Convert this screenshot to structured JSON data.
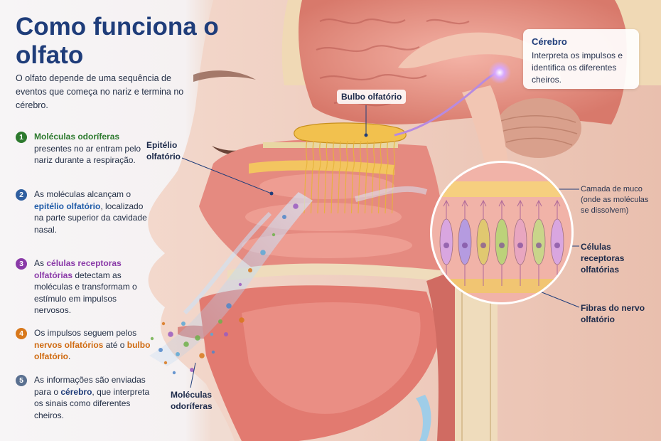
{
  "title": "Como funciona o olfato",
  "intro": "O olfato depende de uma sequência de eventos que começa no nariz e termina no cérebro.",
  "colors": {
    "title": "#1f3d7a",
    "step1": "#2d7a2e",
    "step2": "#2f5fa0",
    "step3": "#8a3aa8",
    "step4": "#d8781c",
    "step5": "#5a7090"
  },
  "steps": [
    {
      "num": "1",
      "highlight": "Moléculas odoríferas",
      "text": "presentes no ar entram pelo nariz durante a respiração."
    },
    {
      "num": "2",
      "pre": "As moléculas alcançam o",
      "highlight": "epitélio olfatório",
      "post": ", localizado na parte superior da cavidade nasal."
    },
    {
      "num": "3",
      "pre": "As",
      "highlight": "células receptoras olfatórias",
      "post": "detectam as moléculas e transformam o estímulo em impulsos nervosos."
    },
    {
      "num": "4",
      "pre": "Os impulsos seguem pelos",
      "highlight": "nervos olfatórios",
      "mid": "até o",
      "highlight2": "bulbo olfatório",
      "post": "."
    },
    {
      "num": "5",
      "pre": "As informações são enviadas para o",
      "highlight": "cérebro",
      "post": ", que interpreta os sinais como diferentes cheiros."
    }
  ],
  "labels": {
    "bulbo": "Bulbo olfatório",
    "epitelio": "Epitélio olfatório",
    "moleculas": "Moléculas odoríferas",
    "muco": "Camada de muco",
    "muco_note": "(onde as moléculas se dissolvem)",
    "celulas": "Células receptoras olfatórias",
    "fibras": "Fibras do nervo olfatório"
  },
  "cerebro_box": {
    "title": "Cérebro",
    "text": "Interpreta os impulsos e identifica os diferentes cheiros."
  }
}
